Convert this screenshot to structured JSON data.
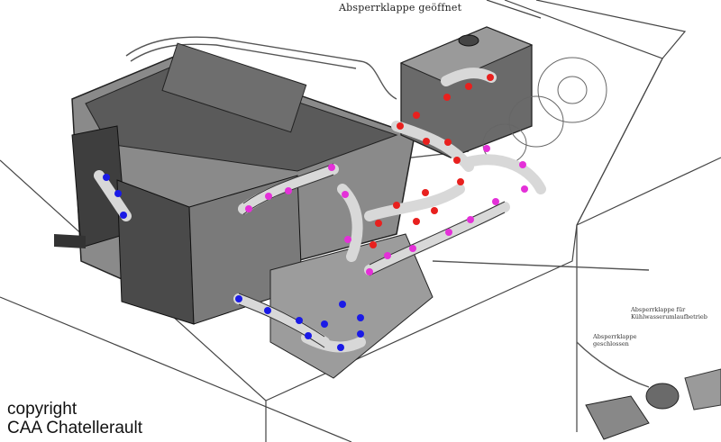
{
  "labels": {
    "top": "Absperrklappe geöffnet",
    "valve_side_1": "Absperrklappe für",
    "valve_side_2": "Kühlwasserumlaufbetrieb",
    "valve_closed_1": "Absperrklappe",
    "valve_closed_2": "geschlossen"
  },
  "copyright": {
    "line1": "copyright",
    "line2": "CAA Chatellerault"
  },
  "colors": {
    "red_dot": "#e8201e",
    "magenta_dot": "#e430d8",
    "blue_dot": "#1a1ae6",
    "ink": "#2a2a2a",
    "shade": "#555555"
  }
}
